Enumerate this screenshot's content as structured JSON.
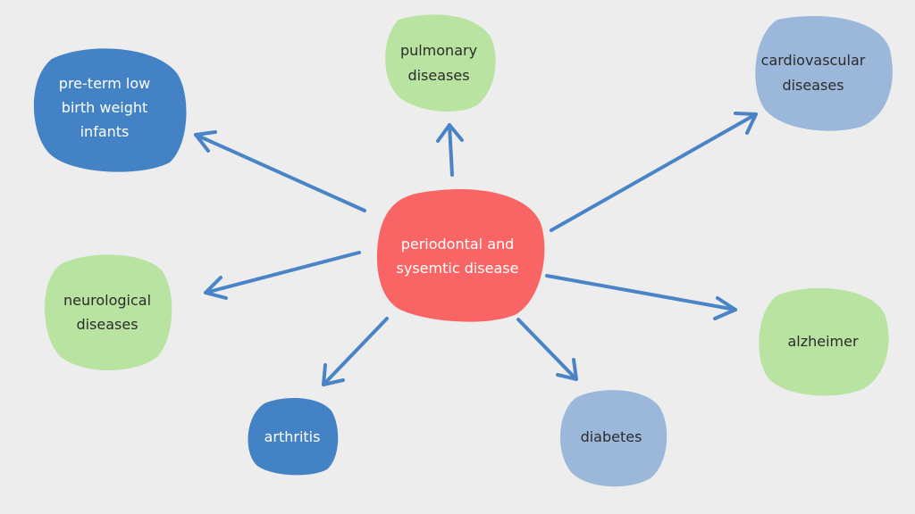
{
  "colors": {
    "background": "#ededed",
    "arrow": "#4a84c6",
    "center_fill": "#f96565",
    "green_fill": "#b8e3a1",
    "dark_blue_fill": "#4383c5",
    "light_blue_fill": "#9bb8da",
    "dark_text": "#2b2b2b",
    "light_text": "#ffffff"
  },
  "center": {
    "line1": "periodontal and",
    "line2": "sysemtic disease"
  },
  "nodes": {
    "pulmonary": {
      "line1": "pulmonary",
      "line2": "diseases"
    },
    "cardiovascular": {
      "line1": "cardiovascular",
      "line2": "diseases"
    },
    "preterm": {
      "line1": "pre-term low",
      "line2": "birth weight",
      "line3": "infants"
    },
    "neurological": {
      "line1": "neurological",
      "line2": "diseases"
    },
    "alzheimer": {
      "line1": "alzheimer"
    },
    "arthritis": {
      "line1": "arthritis"
    },
    "diabetes": {
      "line1": "diabetes"
    }
  }
}
